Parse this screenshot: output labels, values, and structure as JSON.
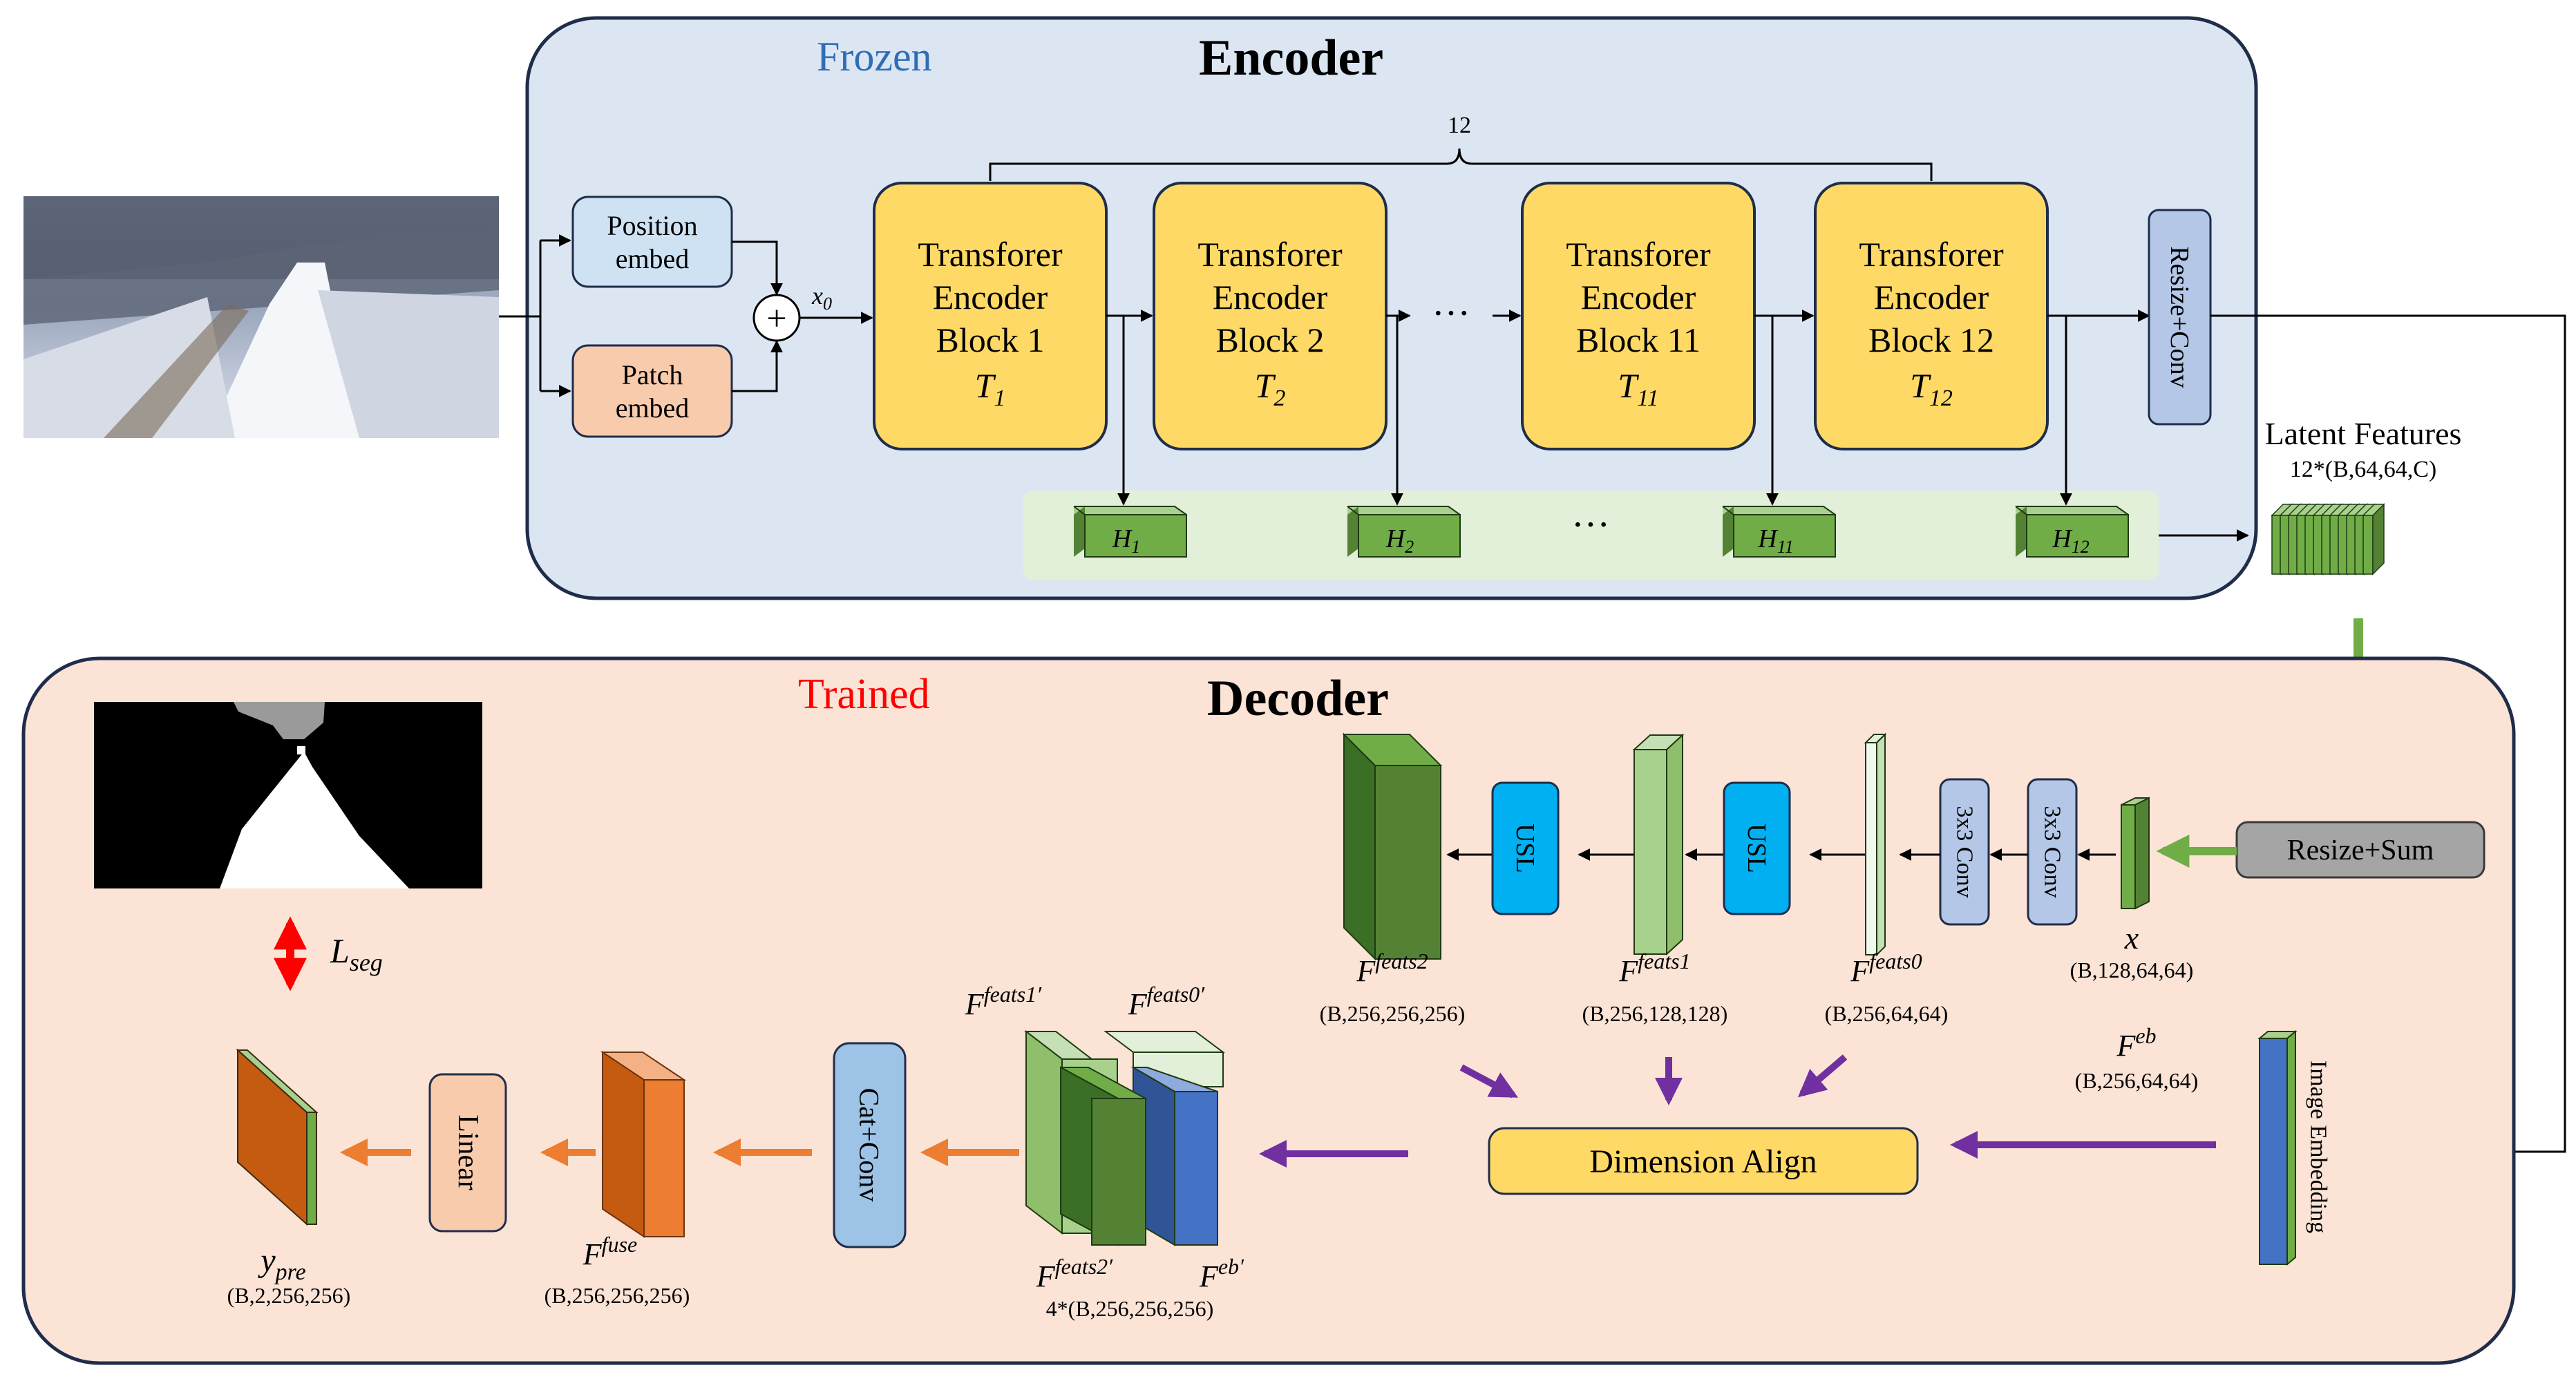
{
  "encoder": {
    "title": "Encoder",
    "frozen_label": "Frozen",
    "frozen_color": "#2f6eb5",
    "panel_color": "#dce6f3",
    "position_embed": [
      "Position",
      "embed"
    ],
    "patch_embed": [
      "Patch",
      "embed"
    ],
    "plus_symbol": "+",
    "x0_label": "x",
    "x0_sub": "0",
    "repeat_count": "12",
    "blocks": [
      {
        "lines": [
          "Transforer",
          "Encoder",
          "Block 1"
        ],
        "t": "T",
        "t_sub": "1"
      },
      {
        "lines": [
          "Transforer",
          "Encoder",
          "Block 2"
        ],
        "t": "T",
        "t_sub": "2"
      },
      {
        "lines": [
          "Transforer",
          "Encoder",
          "Block 11"
        ],
        "t": "T",
        "t_sub": "11"
      },
      {
        "lines": [
          "Transforer",
          "Encoder",
          "Block 12"
        ],
        "t": "T",
        "t_sub": "12"
      }
    ],
    "block_ellipsis": "···",
    "features": [
      {
        "label": "H",
        "sub": "1"
      },
      {
        "label": "H",
        "sub": "2"
      },
      {
        "label": "H",
        "sub": "11"
      },
      {
        "label": "H",
        "sub": "12"
      }
    ],
    "feature_ellipsis": "···",
    "resize_conv": "Resize+Conv"
  },
  "latent": {
    "title": "Latent Features",
    "shape": "12*(B,64,64,C)"
  },
  "decoder": {
    "title": "Decoder",
    "trained_label": "Trained",
    "trained_color": "#ff0000",
    "panel_color": "#fbe3d6",
    "resize_sum": "Resize+Sum",
    "x_label": "x",
    "x_shape": "(B,128,64,64)",
    "conv1": "3x3 Conv",
    "conv2": "3x3 Conv",
    "usl1": "USL",
    "usl2": "USL",
    "feats0": {
      "base": "F",
      "sup": "feats0",
      "shape": "(B,256,64,64)"
    },
    "feats1": {
      "base": "F",
      "sup": "feats1",
      "shape": "(B,256,128,128)"
    },
    "feats2": {
      "base": "F",
      "sup": "feats2",
      "shape": "(B,256,256,256)"
    },
    "feb": {
      "base": "F",
      "sup": "eb",
      "shape": "(B,256,64,64)"
    },
    "image_embedding": "Image Embedding",
    "dimension_align": "Dimension Align",
    "aligned": {
      "feats1p": {
        "base": "F",
        "sup": "feats1′"
      },
      "feats0p": {
        "base": "F",
        "sup": "feats0′"
      },
      "feats2p": {
        "base": "F",
        "sup": "feats2′"
      },
      "ebp": {
        "base": "F",
        "sup": "eb′"
      },
      "shape": "4*(B,256,256,256)"
    },
    "cat_conv": "Cat+Conv",
    "fuse": {
      "base": "F",
      "sup": "fuse",
      "shape": "(B,256,256,256)"
    },
    "linear": "Linear",
    "ypre": {
      "base": "y",
      "sub": "pre",
      "shape": "(B,2,256,256)"
    },
    "loss": {
      "base": "L",
      "sub": "seg"
    }
  },
  "colors": {
    "block_fill": "#ffd966",
    "feature_green": "#70ad47",
    "dark_green": "#548235",
    "light_green": "#a9d18e",
    "blue_box": "#00b0f0",
    "conv_box": "#b4c7e7",
    "blue_feat": "#4472c4",
    "orange": "#ed7d31",
    "purple": "#7030a0",
    "red": "#ff0000"
  }
}
